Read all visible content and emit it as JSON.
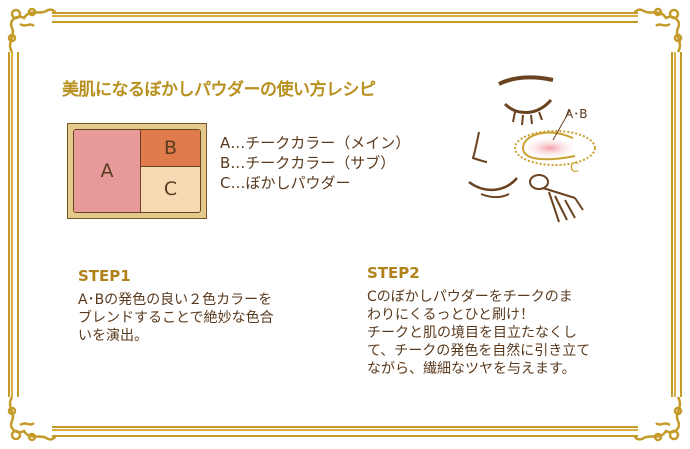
{
  "title": "美肌になるぼかしパウダーの使い方レシピ",
  "palette": {
    "a": "A",
    "b": "B",
    "c": "C",
    "colors": {
      "a": "#e89a9a",
      "b": "#e07c4c",
      "c": "#f7d9b4"
    }
  },
  "legend": [
    "A…チークカラー（メイン）",
    "B…チークカラー（サブ）",
    "C…ぼかしパウダー"
  ],
  "illustration": {
    "label_ab": "A･B",
    "label_c": "C"
  },
  "step1": {
    "heading": "STEP1",
    "lines": [
      "A･Bの発色の良い２色カラーを",
      "ブレンドすることで絶妙な色合",
      "いを演出。"
    ]
  },
  "step2": {
    "heading": "STEP2",
    "lines": [
      "Cのぼかしパウダーをチークのま",
      "わりにくるっとひと刷け！",
      "チークと肌の境目を目立たなくし",
      "て、チークの発色を自然に引き立て",
      "ながら、繊細なツヤを与えます。"
    ]
  }
}
